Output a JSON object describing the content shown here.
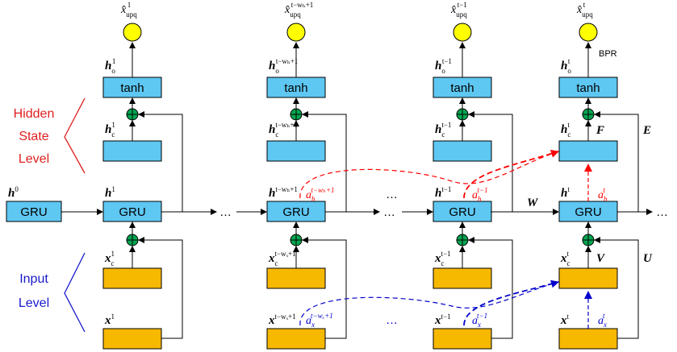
{
  "levels": {
    "hidden": [
      "Hidden",
      "State",
      "Level"
    ],
    "input": [
      "Input",
      "Level"
    ]
  },
  "boxes": {
    "gru": "GRU",
    "tanh": "tanh"
  },
  "initial": {
    "h": "h",
    "sup": "0"
  },
  "matrices": {
    "W": "W",
    "F": "F",
    "E": "E",
    "V": "V",
    "U": "U"
  },
  "bpr": "BPR",
  "dots": "…",
  "columns": [
    {
      "out_sup": "1",
      "ho_sup": "1",
      "hc_sup": "1",
      "h_sup": "1",
      "xc_sup": "1",
      "x_sup": "1"
    },
    {
      "out_sup": "t−wₕ+1",
      "ho_sup": "t−wₕ+1",
      "hc_sup": "t−wₕ+1",
      "h_sup": "t−wₕ+1",
      "xc_sup": "t−wₓ+1",
      "x_sup": "t−wₓ+1",
      "ah_sup": "t−wₕ+1",
      "ax_sup": "t−wₓ+1"
    },
    {
      "out_sup": "t−1",
      "ho_sup": "t−1",
      "hc_sup": "t−1",
      "h_sup": "t−1",
      "xc_sup": "t−1",
      "x_sup": "t−1",
      "ah_sup": "t−1",
      "ax_sup": "t−1"
    },
    {
      "out_sup": "t",
      "ho_sup": "t",
      "hc_sup": "t",
      "h_sup": "t",
      "xc_sup": "t",
      "x_sup": "t",
      "ah_sup": "t",
      "ax_sup": "t"
    }
  ],
  "symbols": {
    "x_hat": "x̂",
    "upq": "upq",
    "h": "h",
    "x": "x",
    "a": "a",
    "o": "o",
    "c": "c",
    "sub_h": "h",
    "sub_x": "x"
  },
  "colors": {
    "blue_box": "#5ec7f2",
    "orange_box": "#f7b800",
    "yellow_circle": "#ffff00",
    "green_plus": "#00a651",
    "red": "#ff0000",
    "blue": "#0000cc"
  }
}
